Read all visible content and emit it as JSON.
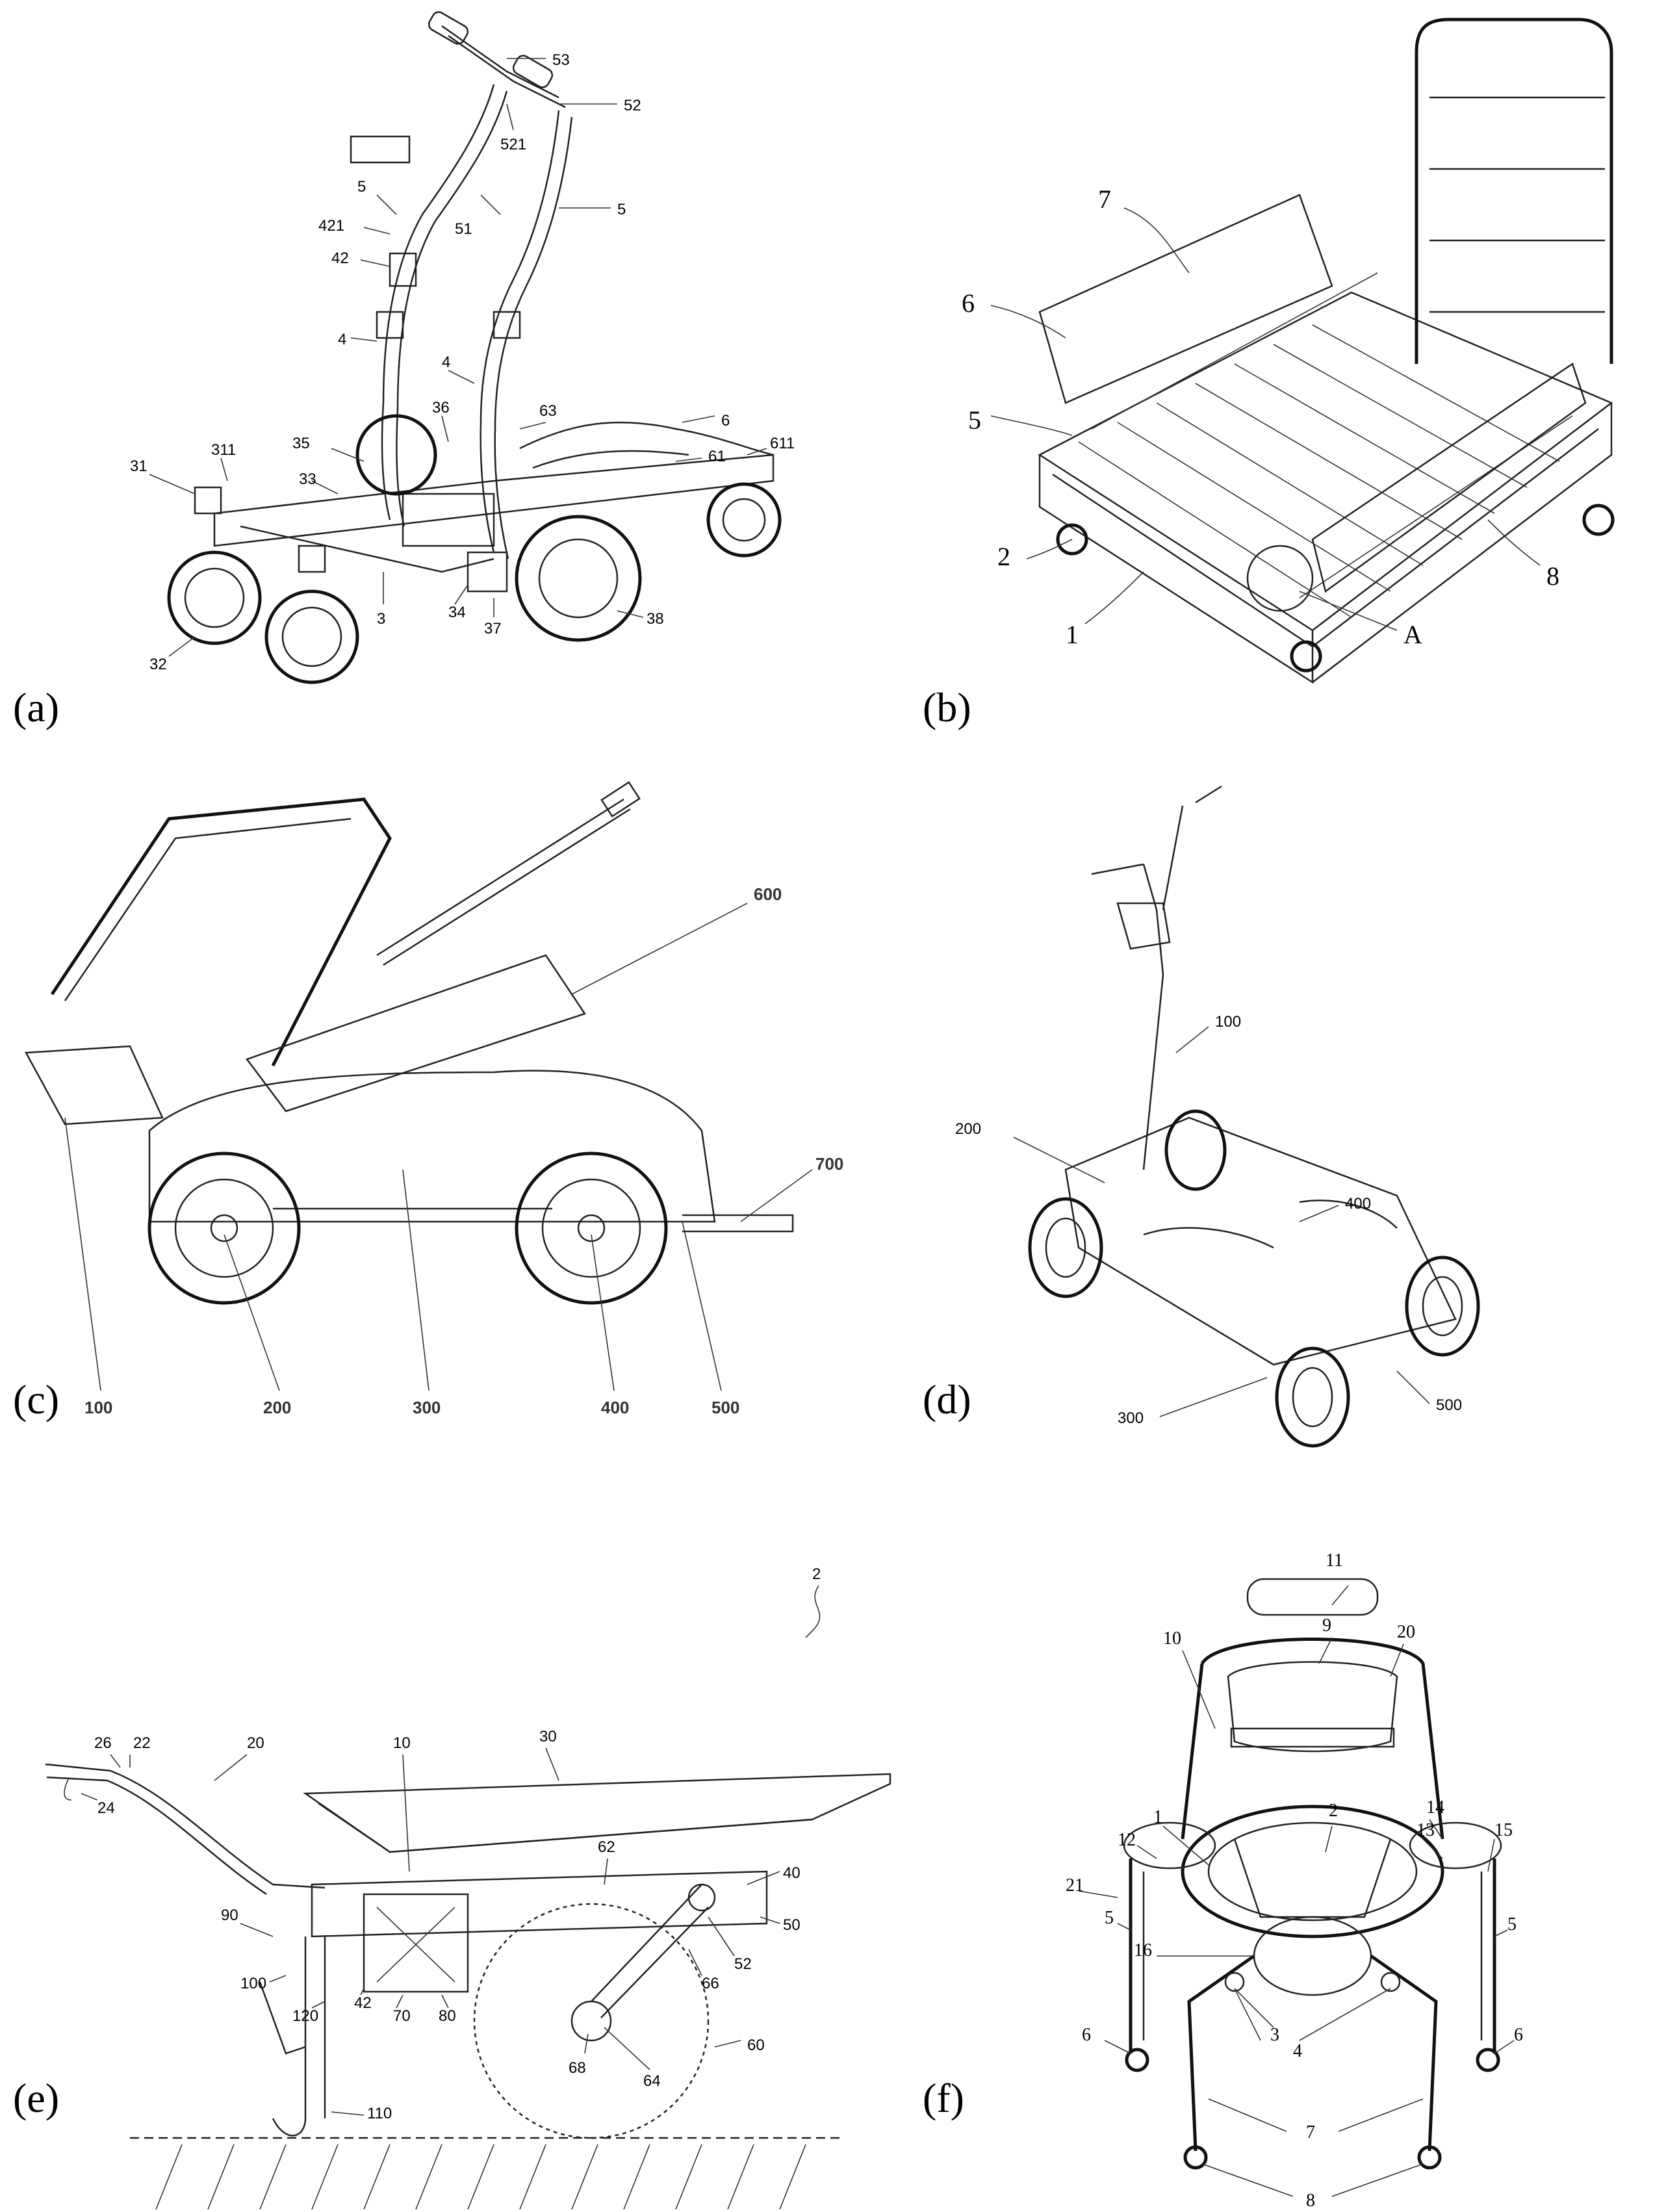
{
  "panels": [
    {
      "label": "(a)",
      "refs": [
        "53",
        "52",
        "521",
        "51",
        "5",
        "5",
        "421",
        "42",
        "4",
        "4",
        "6",
        "63",
        "61",
        "611",
        "36",
        "35",
        "311",
        "31",
        "33",
        "3",
        "34",
        "37",
        "38",
        "32"
      ]
    },
    {
      "label": "(b)",
      "refs": [
        "7",
        "6",
        "5",
        "2",
        "1",
        "A",
        "8"
      ]
    },
    {
      "label": "(c)",
      "refs": [
        "600",
        "700",
        "100",
        "200",
        "300",
        "400",
        "500"
      ]
    },
    {
      "label": "(d)",
      "refs": [
        "100",
        "200",
        "400",
        "300",
        "500"
      ]
    },
    {
      "label": "(e)",
      "refs": [
        "2",
        "26",
        "22",
        "24",
        "20",
        "30",
        "10",
        "62",
        "40",
        "50",
        "52",
        "66",
        "90",
        "100",
        "120",
        "42",
        "70",
        "80",
        "68",
        "64",
        "60",
        "110"
      ]
    },
    {
      "label": "(f)",
      "refs": [
        "11",
        "9",
        "10",
        "20",
        "1",
        "2",
        "12",
        "14",
        "13",
        "15",
        "21",
        "5",
        "5",
        "16",
        "3",
        "4",
        "6",
        "6",
        "7",
        "8"
      ]
    }
  ]
}
